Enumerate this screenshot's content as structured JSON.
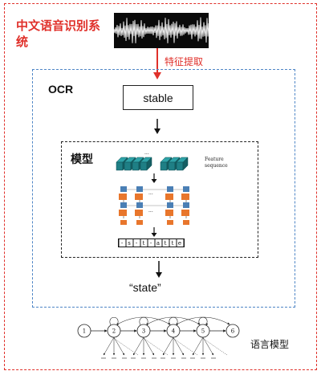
{
  "title": "中文语音识别系统",
  "feature_extraction_label": "特征提取",
  "ocr_label": "OCR",
  "stable_box_text": "stable",
  "model_label": "模型",
  "feature_sequence_label": "Feature sequence",
  "ctc_chars": [
    "-",
    "s",
    "-",
    "t",
    "-",
    "a",
    "t",
    "t",
    "e"
  ],
  "result_text": "“state”",
  "language_model_label": "语言模型",
  "hmm_states": [
    "1",
    "2",
    "3",
    "4",
    "5",
    "6"
  ],
  "colors": {
    "accent_red": "#e0302a",
    "frame_blue": "#4f86c6",
    "teal_block": "#1f7f85",
    "orange_cell": "#e8762c",
    "blue_cell": "#4a7fb5"
  }
}
